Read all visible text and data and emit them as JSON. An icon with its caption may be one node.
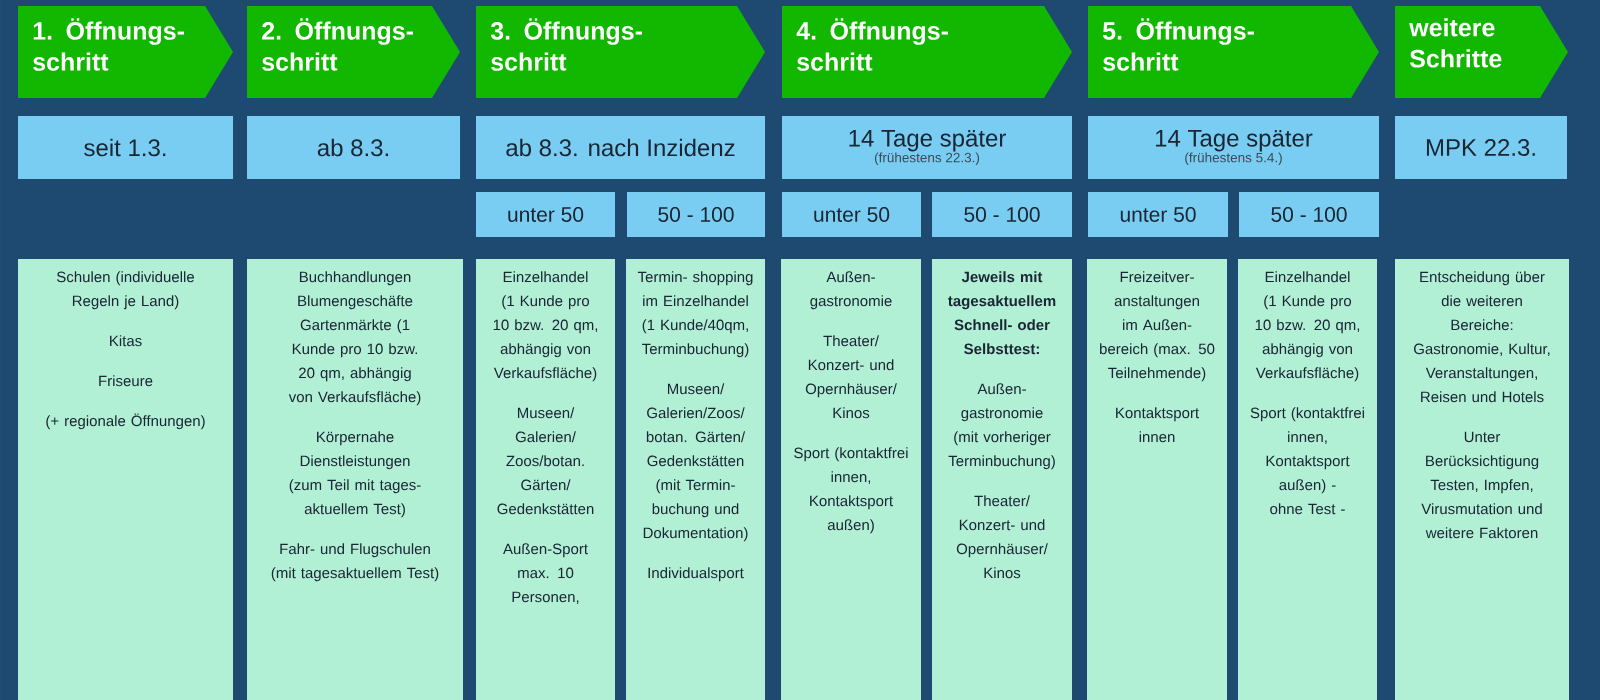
{
  "diagram": {
    "nodes": [
      {
        "text": [
          "1. Öffnungs- schritt"
        ]
      },
      {
        "text": [
          "2. Öffnungs- schritt"
        ]
      },
      {
        "text": [
          "3. Öffnungs- schritt"
        ]
      },
      {
        "text": [
          "4. Öffnungs- schritt"
        ]
      },
      {
        "text": [
          "5. Öffnungs- schritt"
        ]
      },
      {
        "text": [
          "weitere Schritte"
        ]
      },
      {
        "text": [
          "seit 1.3."
        ]
      },
      {
        "text": [
          "ab 8.3."
        ]
      },
      {
        "text": [
          "ab 8.3. nach Inzidenz"
        ]
      },
      {
        "text": [
          "14 Tage später",
          "(frühestens 22.3.)"
        ]
      },
      {
        "text": [
          "14 Tage später",
          "(frühestens 5.4.)"
        ]
      },
      {
        "text": [
          "MPK 22.3."
        ]
      },
      {
        "text": [
          "unter 50"
        ]
      },
      {
        "text": [
          "50 - 100"
        ]
      },
      {
        "text": [
          "unter 50"
        ]
      },
      {
        "text": [
          "50 - 100"
        ]
      },
      {
        "text": [
          "unter 50"
        ]
      },
      {
        "text": [
          "50 - 100"
        ]
      },
      {
        "text": [
          "Schulen (individuelle Regeln je Land)",
          "Kitas",
          "Friseure",
          "(+ regionale Öffnungen)"
        ]
      },
      {
        "text": [
          "Buchhandlungen Blumengeschäfte Gartenmärkte (1 Kunde pro 10 bzw. 20 qm, abhängig von Verkaufsfläche)",
          "Körpernahe Dienstleistungen (zum Teil mit tages- aktuellem Test)",
          "Fahr- und Flugschulen (mit tagesaktuellem Test)"
        ]
      },
      {
        "text": [
          "Einzelhandel (1 Kunde pro 10 bzw. 20 qm, abhängig von Verkaufsfläche)",
          "Museen/ Galerien/ Zoos/botan. Gärten/ Gedenkstätten",
          "Außen-Sport max. 10 Personen,"
        ]
      },
      {
        "text": [
          "Termin- shopping im Einzelhandel (1 Kunde/40qm, Terminbuchung)",
          "Museen/ Galerien/Zoos/ botan. Gärten/ Gedenkstätten (mit Termin- buchung und Dokumentation)",
          "Individualsport"
        ]
      },
      {
        "text": [
          "Außen- gastronomie",
          "Theater/ Konzert- und Opernhäuser/ Kinos",
          "Sport (kontaktfrei innen, Kontaktsport außen)"
        ]
      },
      {
        "text": [
          "**Jeweils mit tagesaktuellem Schnell- oder Selbsttest:**",
          "Außen- gastronomie (mit vorheriger Terminbuchung)",
          "Theater/ Konzert- und Opernhäuser/ Kinos"
        ]
      },
      {
        "text": [
          "Freizeitver- anstaltungen im Außen- bereich (max. 50 Teilnehmende)",
          "Kontaktsport innen"
        ]
      },
      {
        "text": [
          "Einzelhandel (1 Kunde pro 10 bzw. 20 qm, abhängig von Verkaufsfläche)",
          "Sport (kontaktfrei innen, Kontaktsport außen) - ohne Test -"
        ]
      },
      {
        "text": [
          "Entscheidung über die weiteren Bereiche: Gastronomie, Kultur, Veranstaltungen, Reisen und Hotels",
          "Unter Berücksichtigung Testen, Impfen, Virusmutation und weitere Faktoren"
        ]
      }
    ]
  }
}
